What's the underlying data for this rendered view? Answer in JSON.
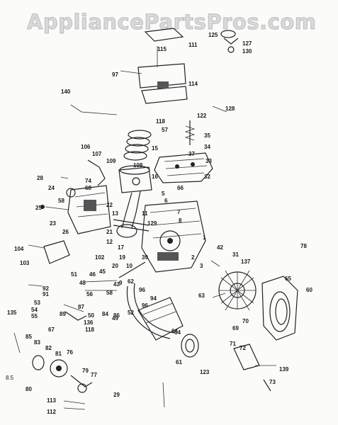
{
  "watermark": "AppliancePartsPros.com",
  "part_labels": [
    "125",
    "127",
    "130",
    "111",
    "115",
    "97",
    "114",
    "140",
    "128",
    "122",
    "118",
    "57",
    "35",
    "34",
    "37",
    "33",
    "32",
    "106",
    "107",
    "15",
    "109",
    "108",
    "16",
    "28",
    "74",
    "68",
    "24",
    "66",
    "5",
    "6",
    "7",
    "8",
    "25",
    "58",
    "22",
    "13",
    "11",
    "23",
    "26",
    "21",
    "129",
    "12",
    "17",
    "1",
    "42",
    "78",
    "104",
    "103",
    "102",
    "19",
    "10",
    "20",
    "39",
    "2",
    "3",
    "31",
    "137",
    "65",
    "60",
    "51",
    "46",
    "45",
    "48",
    "58",
    "43",
    "9",
    "62",
    "92",
    "91",
    "56",
    "96",
    "53",
    "54",
    "55",
    "89",
    "87",
    "50",
    "84",
    "86",
    "49",
    "52",
    "96",
    "94",
    "63",
    "135",
    "136",
    "67",
    "118",
    "64",
    "70",
    "85",
    "83",
    "82",
    "81",
    "76",
    "79",
    "77",
    "71",
    "72",
    "123",
    "139",
    "80",
    "29",
    "113",
    "112",
    "73",
    "61",
    "64",
    "69"
  ],
  "page_marker": "8.5"
}
